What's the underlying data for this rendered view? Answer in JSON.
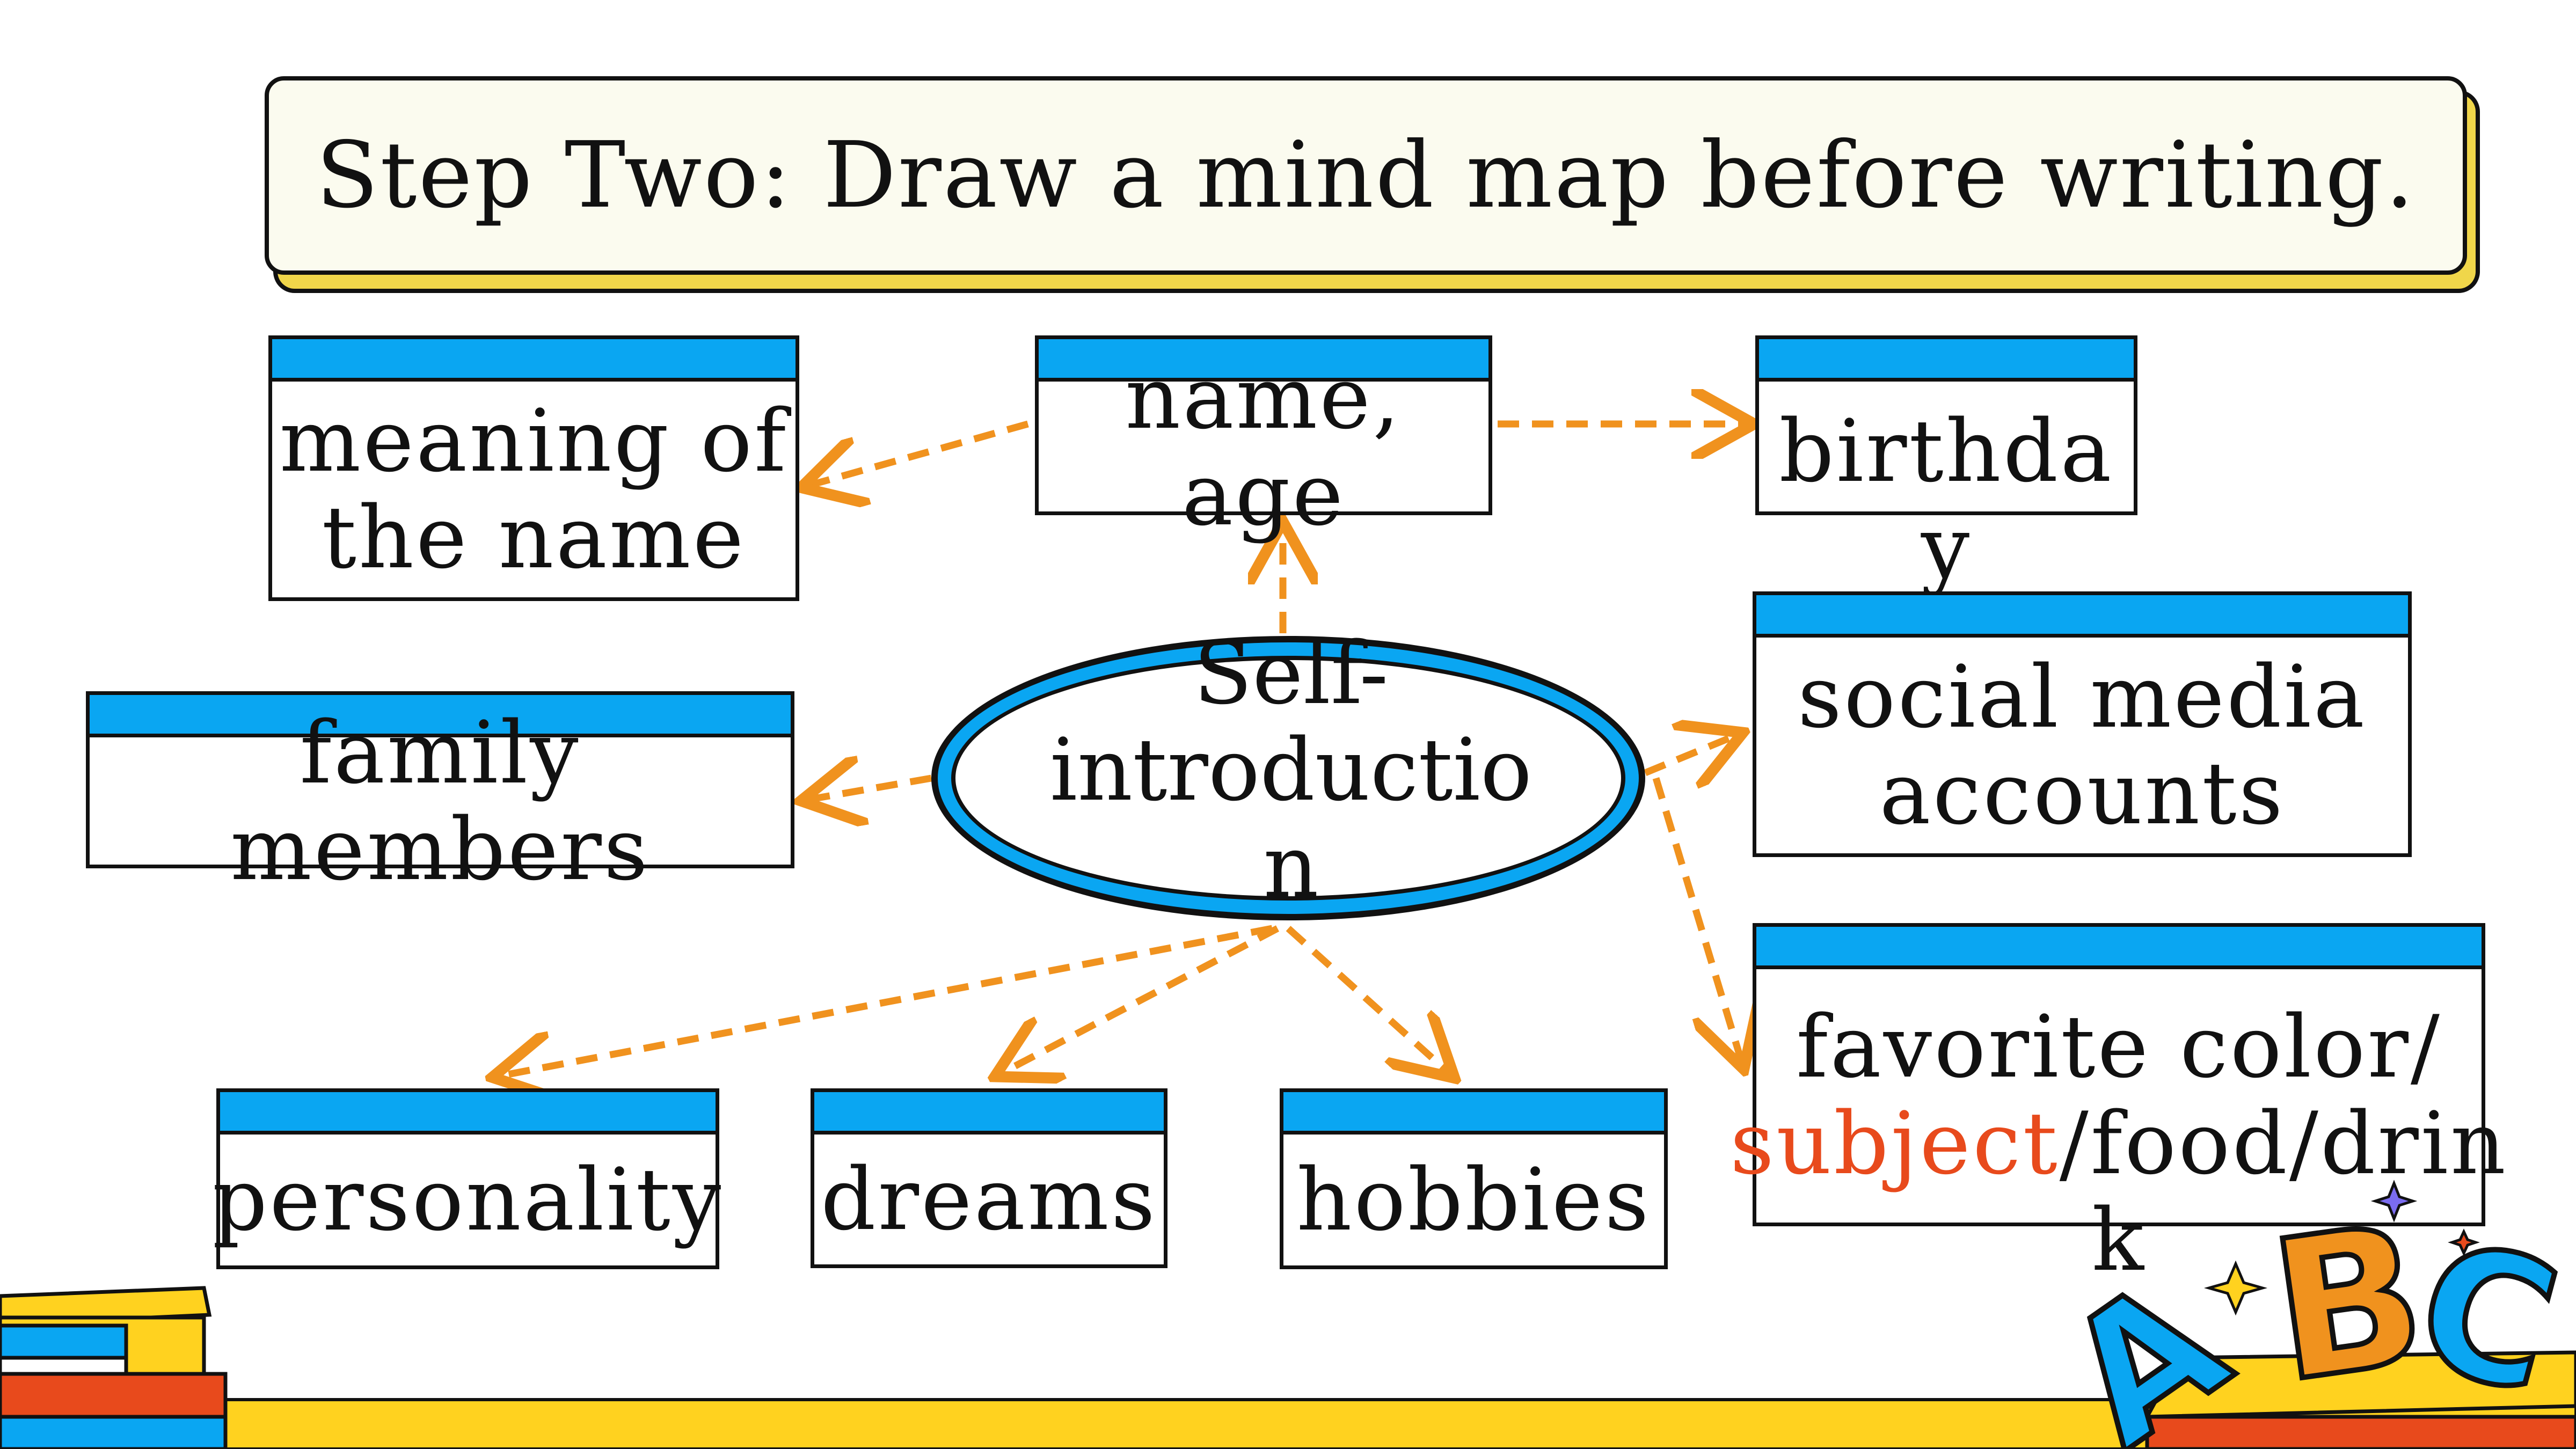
{
  "title": "Step Two: Draw a mind map before writing.",
  "center": {
    "line1": "Self-",
    "line2": "introductio",
    "line3": "n"
  },
  "nodes": {
    "meaning": {
      "line1": "meaning of",
      "line2": "the name"
    },
    "name_age": {
      "text": "name, age"
    },
    "birthday": {
      "text": "birthda",
      "wrap": "y"
    },
    "family": {
      "text": "family members"
    },
    "social": {
      "line1": "social media",
      "line2": "accounts"
    },
    "favorite": {
      "line1": "favorite color/",
      "subject": "subject",
      "rest": "/food/drin",
      "wrap": "k"
    },
    "personality": {
      "text": "personality"
    },
    "dreams": {
      "text": "dreams"
    },
    "hobbies": {
      "text": "hobbies"
    }
  },
  "decor": {
    "abc_letters": [
      "A",
      "B",
      "C"
    ]
  },
  "colors": {
    "accent_blue": "#0aa6f2",
    "arrow_orange": "#f0921e",
    "highlight_red": "#e84a1c",
    "footer_yellow": "#ffd21f",
    "title_bg": "#fbfbef"
  }
}
